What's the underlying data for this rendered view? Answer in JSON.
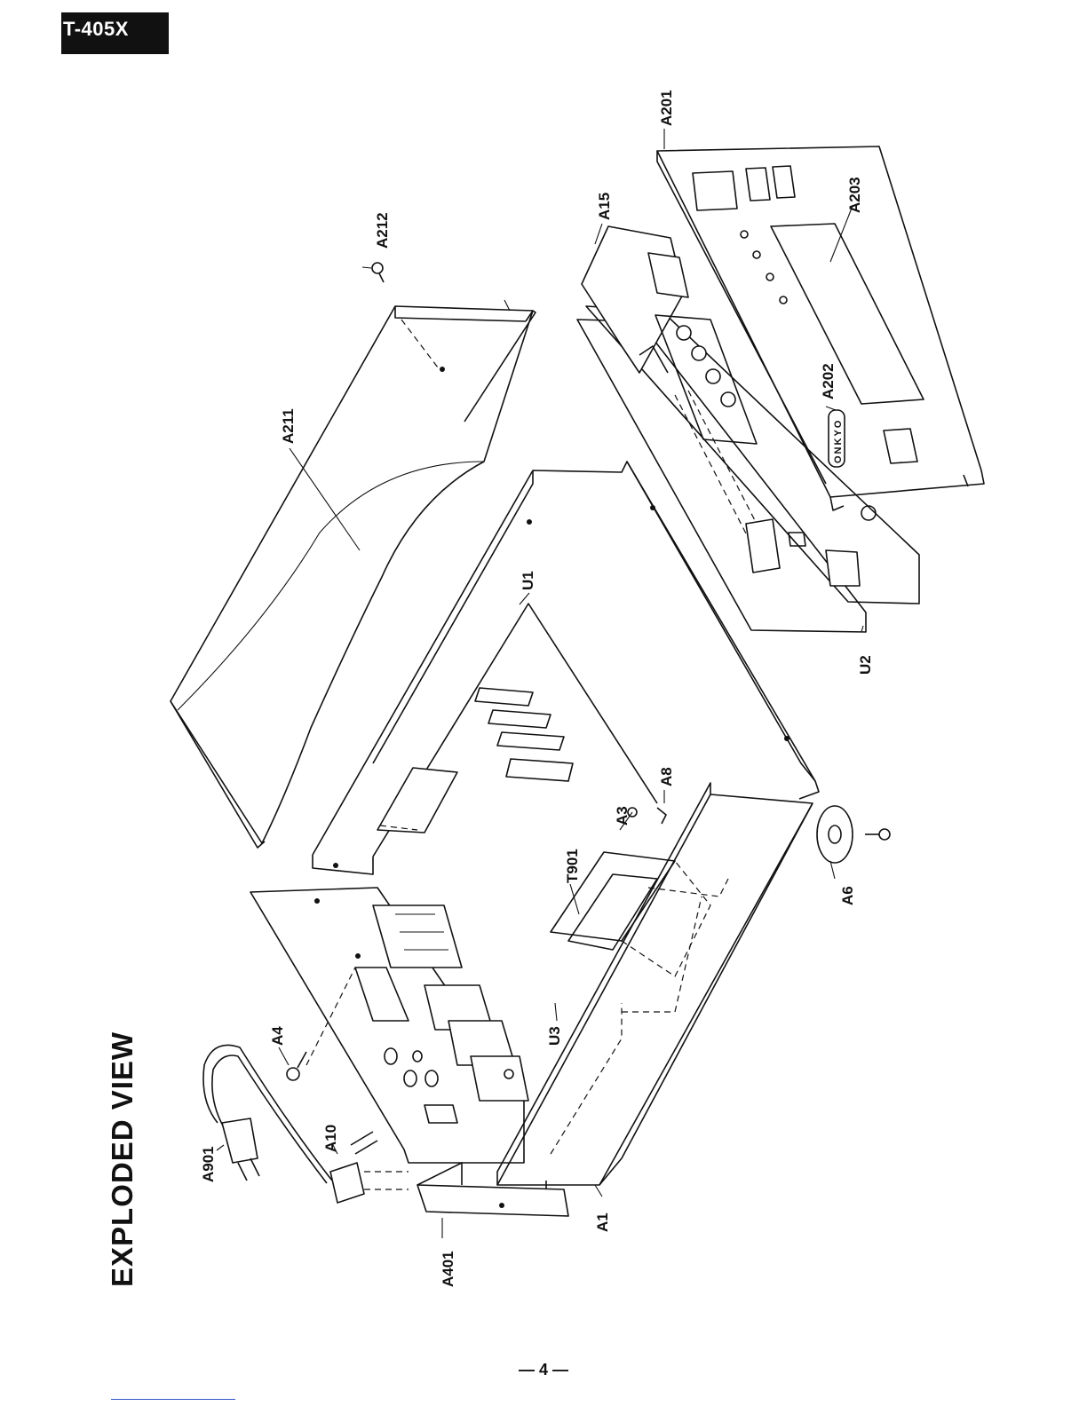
{
  "header": {
    "model": "T-405X"
  },
  "title": "EXPLODED VIEW",
  "page_number": "— 4 —",
  "parts": {
    "A201": "A201",
    "A203": "A203",
    "A15": "A15",
    "A212": "A212",
    "A211": "A211",
    "A202": "A202",
    "U1": "U1",
    "U2": "U2",
    "A8": "A8",
    "A3": "A3",
    "T901": "T901",
    "A6": "A6",
    "U3": "U3",
    "A4": "A4",
    "A10": "A10",
    "A901": "A901",
    "A1": "A1",
    "A401": "A401"
  },
  "brand": {
    "logo_text": "ONKYO"
  }
}
